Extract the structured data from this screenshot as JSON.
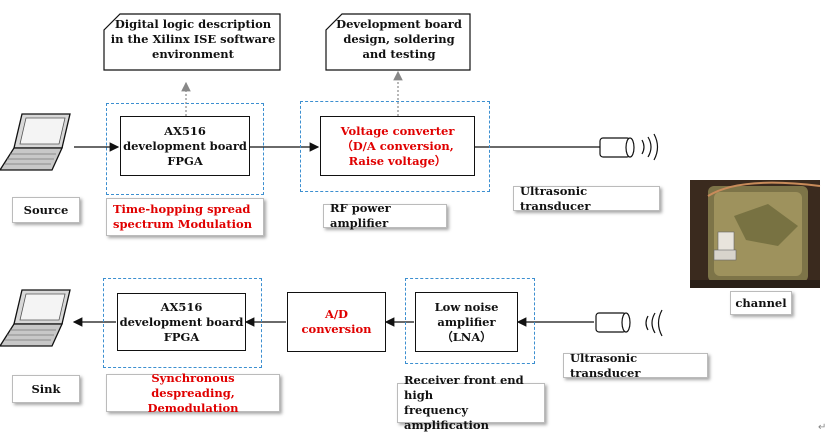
{
  "top_row": {
    "fpga_block": "AX516\ndevelopment board\nFPGA",
    "fpga_note": "Digital logic description\nin the Xilinx ISE software\nenvironment",
    "voltage_block": "Voltage converter\n（D/A conversion,\nRaise voltage）",
    "voltage_note": "Development board\ndesign, soldering\nand testing",
    "source_label": "Source",
    "tx_module_label": "Time-hopping spread\nspectrum Modulation",
    "rf_label": "RF power amplifier",
    "tx_transducer_label": "Ultrasonic transducer"
  },
  "channel": {
    "label": "channel"
  },
  "bottom_row": {
    "fpga_block": "AX516\ndevelopment board\nFPGA",
    "ad_block": "A/D conversion",
    "lna_block": "Low noise\namplifier\n（LNA）",
    "sink_label": "Sink",
    "rx_module_label": "Synchronous despreading,\nDemodulation",
    "front_end_label": "Receiver front end high\nfrequency amplification",
    "rx_transducer_label": "Ultrasonic transducer"
  },
  "colors": {
    "red_text": "#e00000",
    "dashed_border": "#3c8fd0"
  },
  "corner_mark": "↵"
}
